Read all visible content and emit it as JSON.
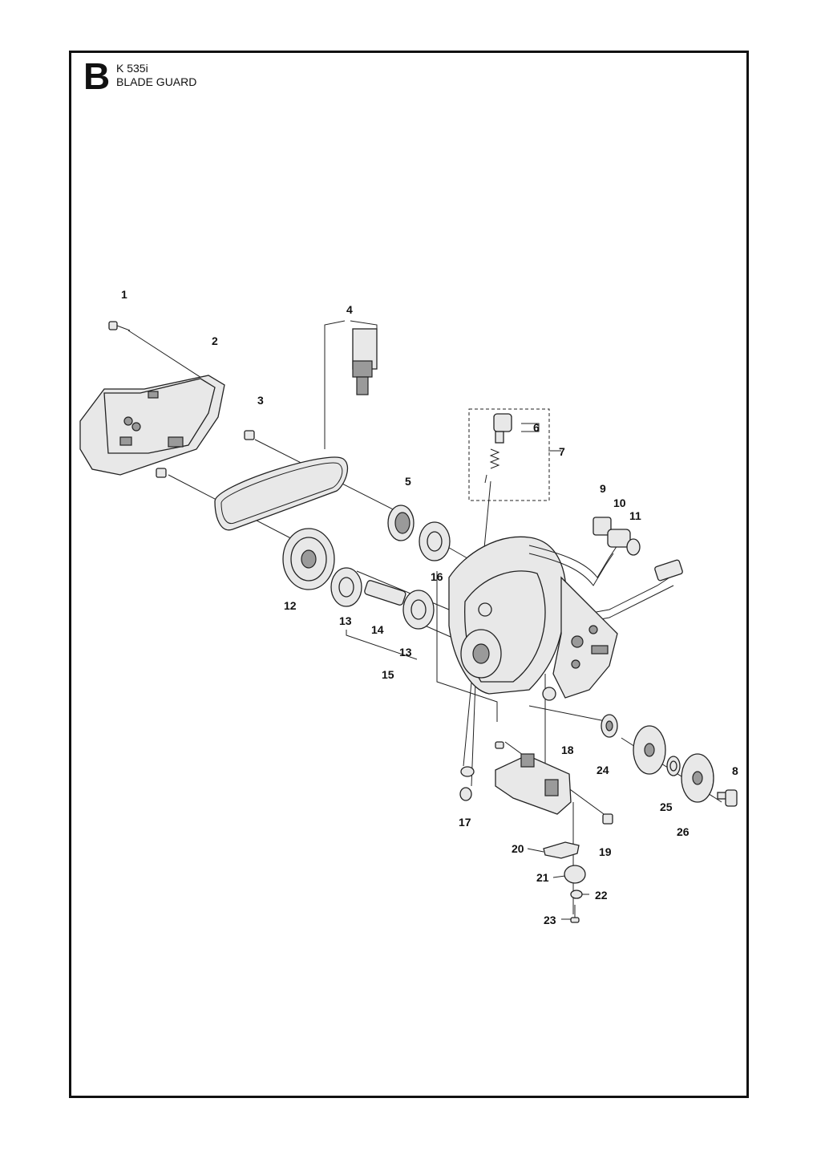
{
  "header": {
    "section_letter": "B",
    "model": "K 535i",
    "title": "BLADE GUARD"
  },
  "callouts": [
    "1",
    "2",
    "3",
    "4",
    "5",
    "6",
    "7",
    "8",
    "9",
    "10",
    "11",
    "12",
    "13",
    "13",
    "14",
    "15",
    "16",
    "17",
    "18",
    "19",
    "20",
    "21",
    "22",
    "23",
    "24",
    "25",
    "26"
  ]
}
